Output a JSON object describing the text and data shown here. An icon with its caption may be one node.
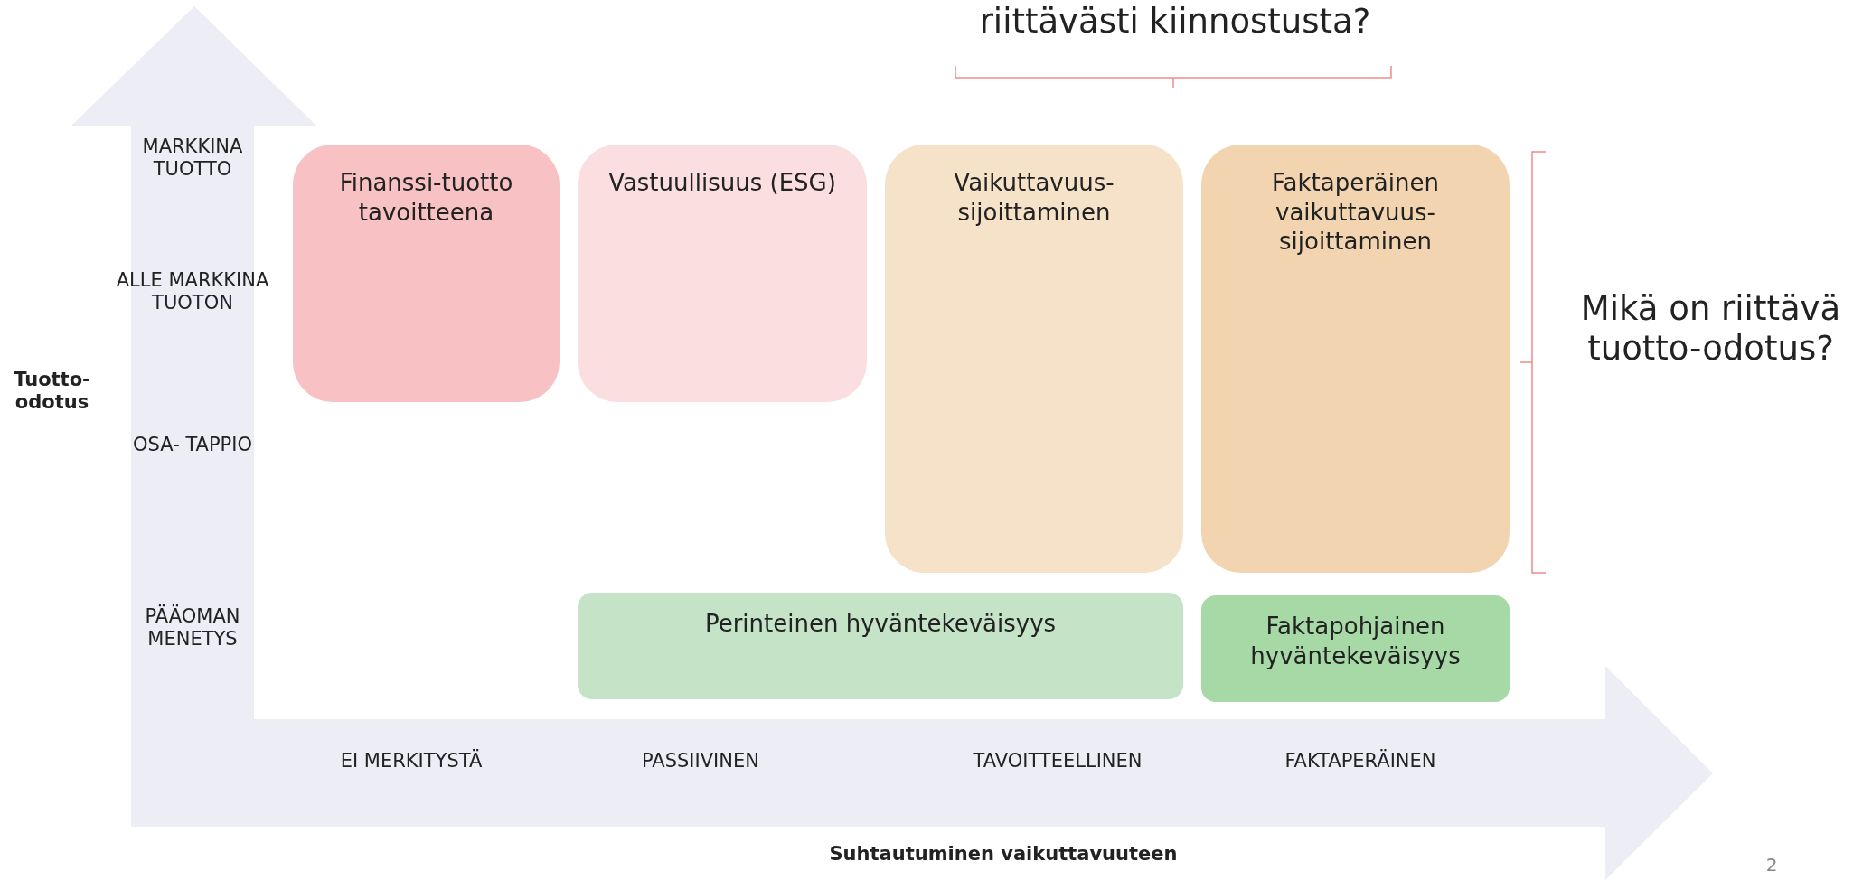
{
  "diagram": {
    "nodes": [
      {
        "text": [
          "Finanssi-tuotto tavoitteena"
        ]
      },
      {
        "text": [
          "Vastuullisuus (ESG)"
        ]
      },
      {
        "text": [
          "Vaikuttavuus- sijoittaminen"
        ]
      },
      {
        "text": [
          "Faktaperäinen vaikuttavuus- sijoittaminen"
        ]
      },
      {
        "text": [
          "Perinteinen hyväntekeväisyys"
        ]
      },
      {
        "text": [
          "Faktapohjainen hyväntekeväisyys"
        ]
      }
    ],
    "edges": [],
    "labels": [
      "riittävästi kiinnostusta?",
      "MARKKINA TUOTTO",
      "ALLE MARKKINA TUOTON",
      "OSA- TAPPIO",
      "PÄÄOMAN MENETYS",
      "Tuotto- odotus",
      "Mikä on riittävä tuotto-odotus?",
      "EI MERKITYSTÄ",
      "PASSIIVINEN",
      "TAVOITTEELLINEN",
      "FAKTAPERÄINEN",
      "Suhtautuminen vaikuttavuuteen",
      "2"
    ]
  }
}
